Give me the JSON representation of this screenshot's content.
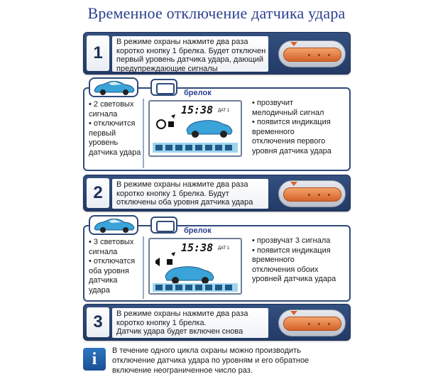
{
  "title": "Временное отключение датчика удара",
  "steps": [
    {
      "number": "1",
      "lines": [
        "В режиме охраны нажмите два раза",
        "коротко кнопку 1 брелка. Будет отключен",
        "первый уровень датчика удара, дающий",
        "предупреждающие сигналы"
      ]
    },
    {
      "number": "2",
      "lines": [
        "В режиме охраны нажмите два раза",
        "коротко кнопку 1 брелка.  Будут",
        "отключены оба уровня датчика удара"
      ]
    },
    {
      "number": "3",
      "lines": [
        "В режиме охраны нажмите два раза",
        "коротко кнопку 1 брелка.",
        "Датчик удара будет включен снова"
      ]
    }
  ],
  "panels": [
    {
      "brelok": "брелок",
      "left_lines": [
        "• 2 световых",
        "  сигнала",
        "• отключится",
        "  первый",
        "  уровень",
        "  датчика удара"
      ],
      "time": "15:38",
      "sensor": "ДАТ 1",
      "right_lines": [
        "• прозвучит",
        "  мелодичный сигнал",
        "• появится индикация",
        "  временного",
        "  отключения первого",
        "  уровня датчика удара"
      ]
    },
    {
      "brelok": "брелок",
      "left_lines": [
        "• 3 световых",
        "  сигнала",
        "• отключатся",
        "  оба уровня",
        "  датчика",
        "  удара"
      ],
      "time": "15:38",
      "sensor": "ДАТ 1",
      "right_lines": [
        "• прозвучат 3 сигнала",
        "• появится индикация",
        "  временного",
        "  отключения обоих",
        "  уровней датчика удара"
      ]
    }
  ],
  "note": {
    "icon": "i",
    "lines": [
      "В течение одного цикла охраны можно производить",
      "отключение датчика удара по уровням и его обратное",
      "включение неограниченное число  раз."
    ]
  },
  "colors": {
    "title": "#2b3f8f",
    "step_bar": "#233a66",
    "fob_button": "#d5622a",
    "car": "#3aa3d8",
    "info_icon": "#1b4f94"
  }
}
